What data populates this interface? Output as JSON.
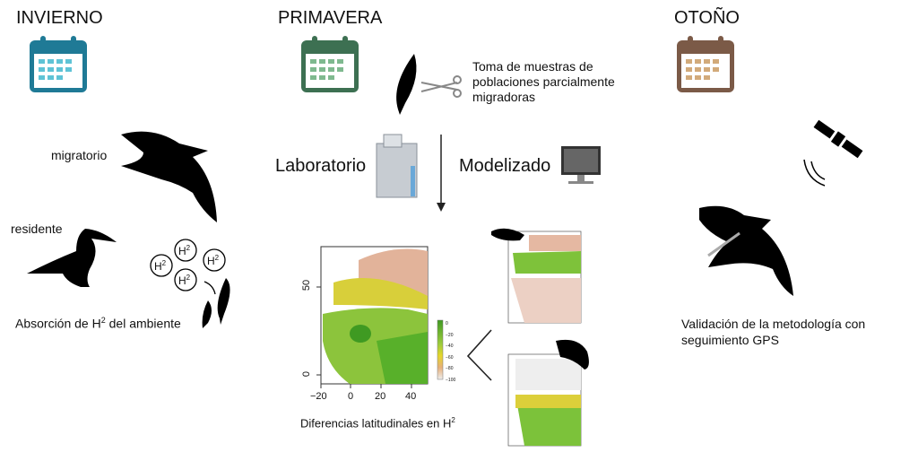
{
  "seasons": {
    "winter": "INVIERNO",
    "spring": "PRIMAVERA",
    "autumn": "OTOÑO"
  },
  "colors": {
    "winter": "#1f7a96",
    "spring": "#3d7052",
    "autumn": "#7b5a47"
  },
  "winter": {
    "migratory": "migratorio",
    "resident": "residente",
    "absorption_pre": "Absorción de H",
    "absorption_sup": "2",
    "absorption_post": " del ambiente",
    "h2_molecule": "H",
    "h2_sup": "2"
  },
  "spring": {
    "sampling": [
      "Toma de muestras de",
      "poblaciones parcialmente",
      "migradoras"
    ],
    "lab": "Laboratorio",
    "model": "Modelizado",
    "caption_pre": "Diferencias latitudinales en  H",
    "caption_sup": "2",
    "map": {
      "y_ticks": [
        "50",
        "0"
      ],
      "x_ticks": [
        "−20",
        "0",
        "20",
        "40"
      ],
      "legend_ticks": [
        "0",
        "−20",
        "−40",
        "−60",
        "−80",
        "−100"
      ]
    }
  },
  "autumn": {
    "validation": [
      "Validación de la metodología con",
      "seguimiento GPS"
    ]
  }
}
